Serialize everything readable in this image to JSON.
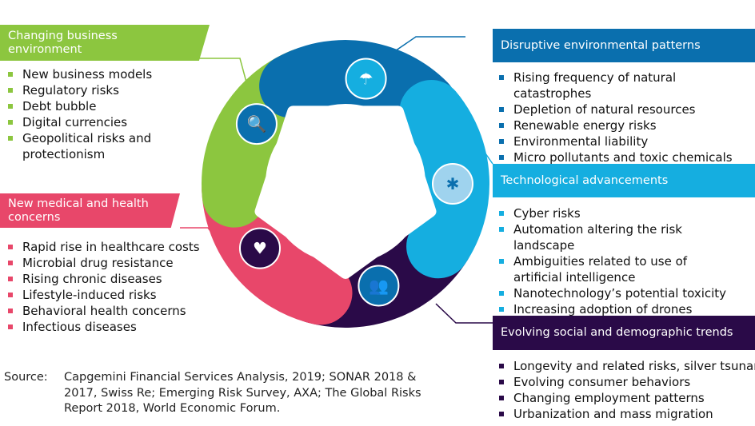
{
  "colors": {
    "green": "#8cc63f",
    "dark_blue": "#0a6fae",
    "light_blue": "#15aee0",
    "purple": "#2a0a48",
    "pink": "#e8476a"
  },
  "groups": {
    "business": {
      "title": "Changing business environment",
      "icon": "building-search-icon",
      "items": [
        "New business models",
        "Regulatory risks",
        "Debt bubble",
        "Digital currencies",
        "Geopolitical risks and protectionism"
      ]
    },
    "health": {
      "title": "New medical and health concerns",
      "icon": "heart-pulse-icon",
      "items": [
        "Rapid rise in healthcare costs",
        "Microbial drug resistance",
        "Rising chronic diseases",
        "Lifestyle-induced risks",
        "Behavioral health concerns",
        "Infectious diseases"
      ]
    },
    "environment": {
      "title": "Disruptive environmental patterns",
      "icon": "storm-cloud-icon",
      "items": [
        "Rising frequency of natural catastrophes",
        "Depletion of natural resources",
        "Renewable energy risks",
        "Environmental liability",
        "Micro pollutants and toxic chemicals"
      ]
    },
    "technology": {
      "title": "Technological advancements",
      "icon": "network-icon",
      "items": [
        "Cyber risks",
        "Automation altering the risk landscape",
        "Ambiguities related to use of artificial intelligence",
        "Nanotechnology’s potential toxicity",
        "Increasing adoption of drones"
      ]
    },
    "social": {
      "title": "Evolving social and demographic trends",
      "icon": "people-icon",
      "items": [
        "Longevity and related risks, silver tsunami",
        "Evolving consumer behaviors",
        "Changing employment patterns",
        "Urbanization and mass migration"
      ]
    }
  },
  "source": {
    "label": "Source:",
    "text": "Capgemini Financial Services Analysis, 2019; SONAR 2018 & 2017, Swiss Re; Emerging Risk Survey, AXA; The Global Risks Report 2018, World Economic Forum."
  }
}
